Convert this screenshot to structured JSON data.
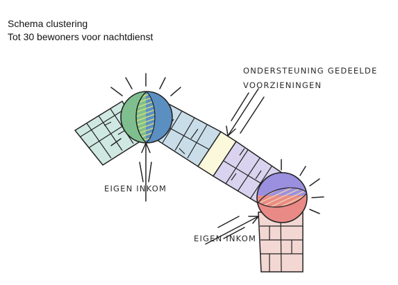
{
  "title": {
    "line1": "Schema clustering",
    "line2": "Tot 30 bewoners voor nachtdienst"
  },
  "labels": {
    "shared_facilities_line1": "ONDERSTEUNING GEDEELDE",
    "shared_facilities_line2": "VOORZIENINGEN",
    "own_entrance_top": "EIGEN INKOM",
    "own_entrance_bottom": "EIGEN INKOM"
  },
  "colors": {
    "wing_teal": "#cfe8e2",
    "wing_blue": "#c9dde9",
    "wing_lavender": "#d9d3ef",
    "wing_pink": "#f3d7d3",
    "link_cream": "#fbf8dc",
    "sphere_green": "#7fbf8f",
    "sphere_blue": "#5b8fc2",
    "sphere_purple": "#9b8fe0",
    "sphere_red": "#e98a87",
    "ink": "#222222"
  }
}
